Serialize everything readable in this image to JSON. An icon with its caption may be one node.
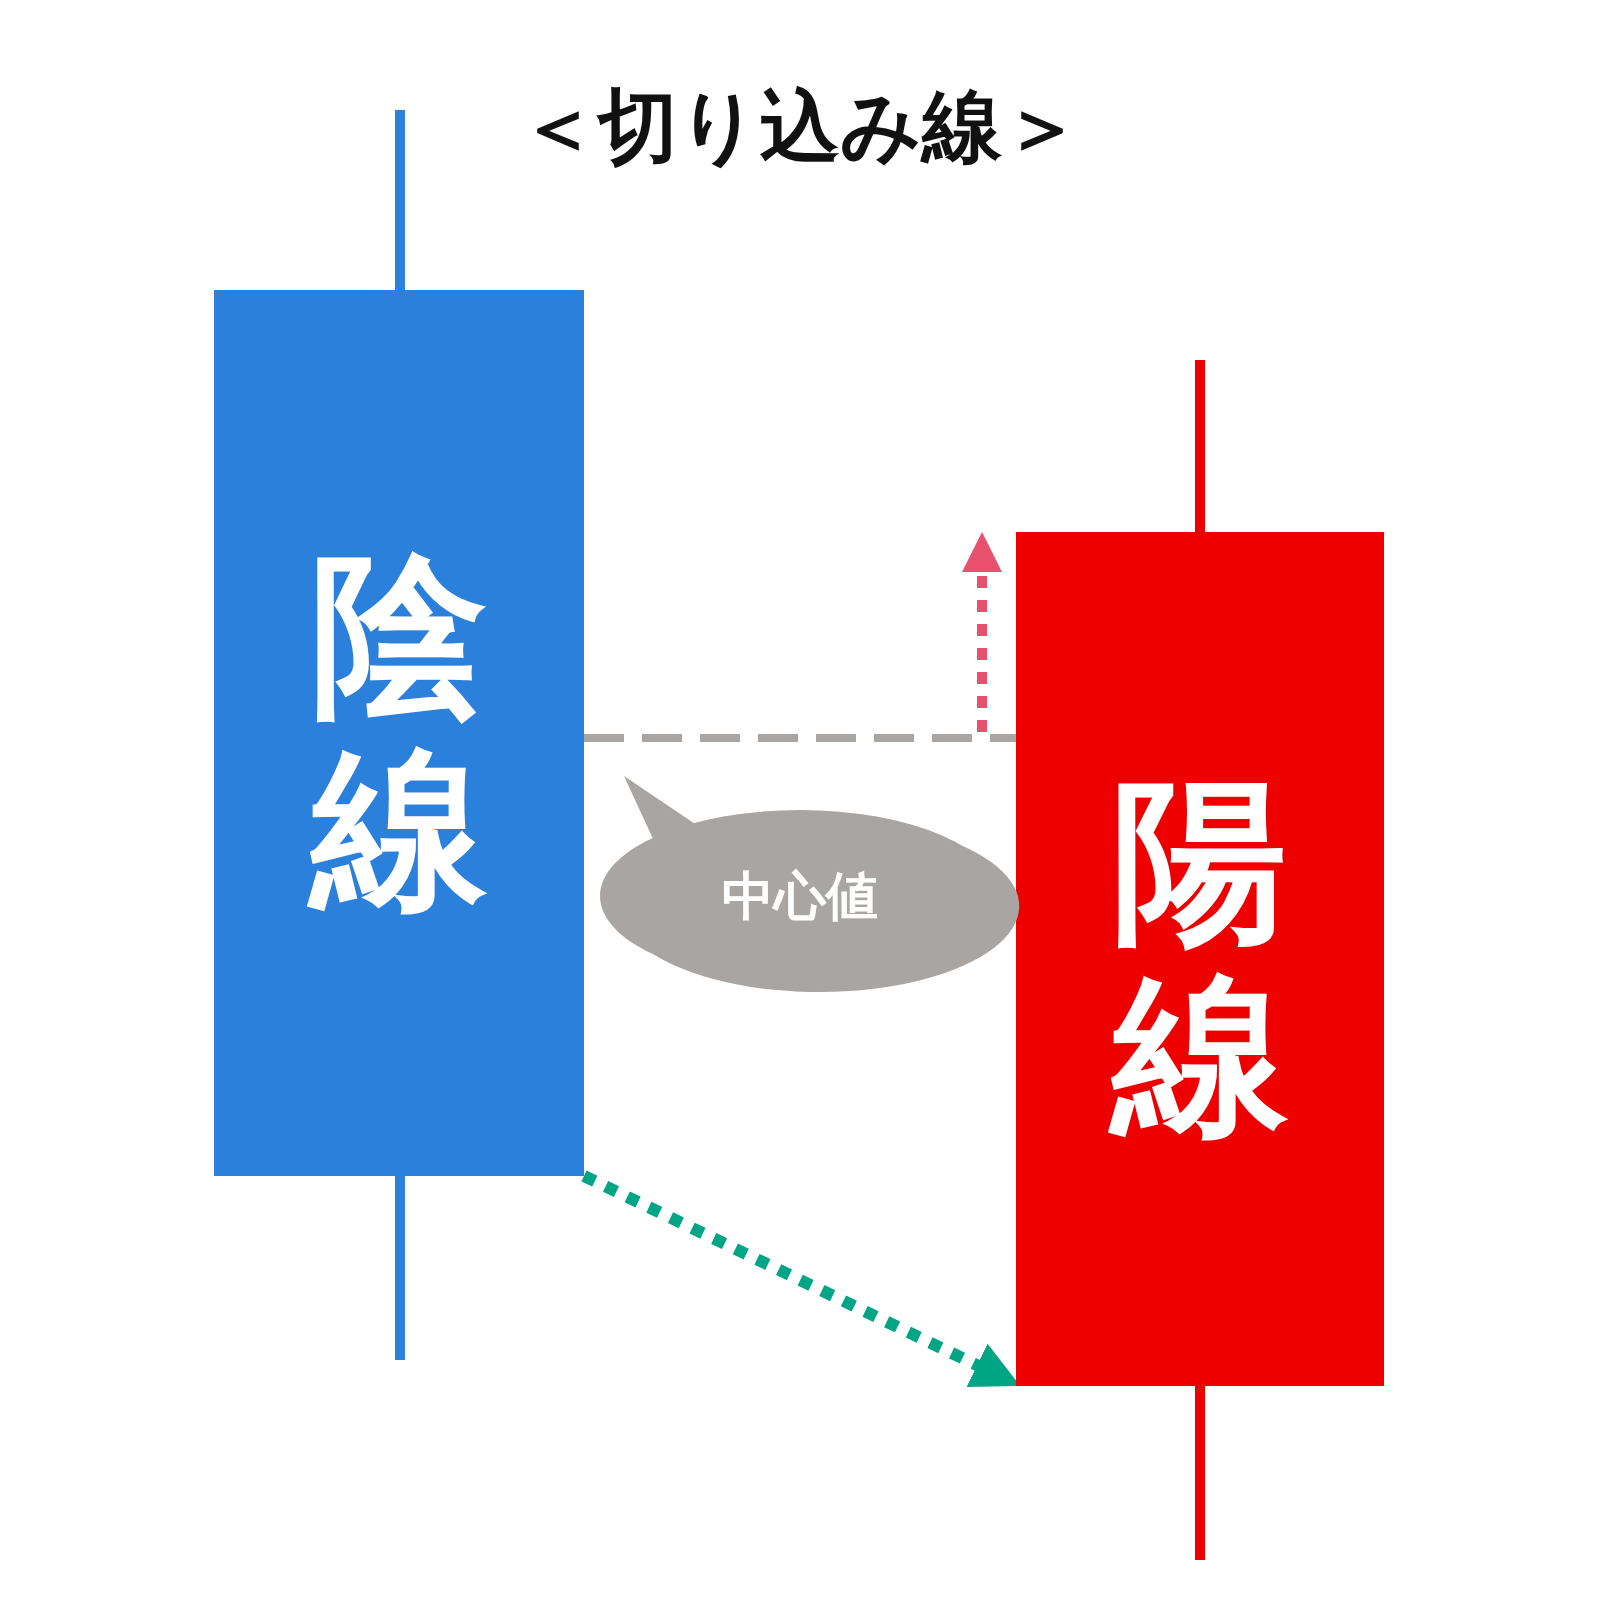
{
  "diagram": {
    "title": "＜切り込み線＞",
    "nodes": [
      {
        "text": [
          "陰線"
        ]
      },
      {
        "text": [
          "陽線"
        ]
      },
      {
        "text": [
          "中心値"
        ]
      }
    ],
    "edges": [
      {
        "from": 0,
        "to": 1,
        "arrow": "none",
        "style": "dashed",
        "color": "#a9a5a3"
      },
      {
        "from": 0,
        "to": 1,
        "arrow": "to",
        "style": "dashed",
        "color": "#00a585"
      }
    ]
  }
}
